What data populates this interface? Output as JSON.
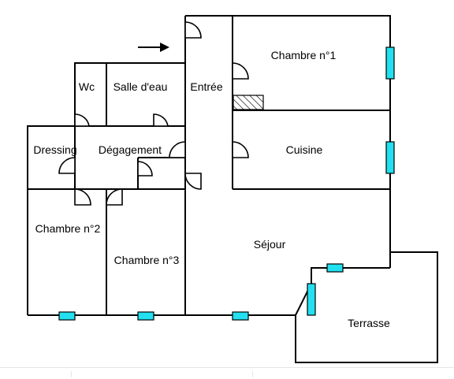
{
  "plan": {
    "rooms": {
      "chambre1": "Chambre n°1",
      "wc": "Wc",
      "salle_eau": "Salle d'eau",
      "entree": "Entrée",
      "dressing": "Dressing",
      "degagement": "Dégagement",
      "cuisine": "Cuisine",
      "chambre2": "Chambre n°2",
      "chambre3": "Chambre n°3",
      "sejour": "Séjour",
      "terrasse": "Terrasse"
    },
    "colors": {
      "wall": "#000000",
      "window": "#22e0ef",
      "hatch": "#000000"
    }
  }
}
